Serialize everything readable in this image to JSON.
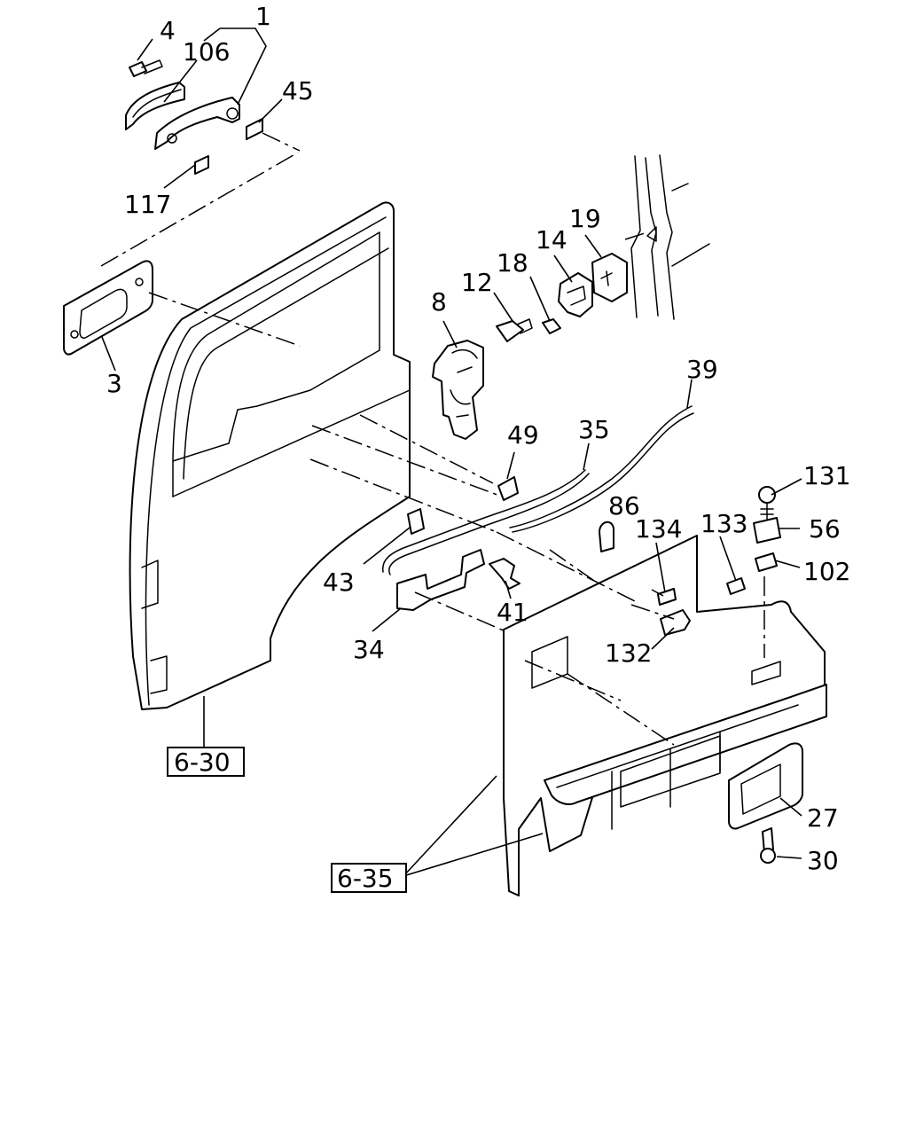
{
  "callouts": {
    "c1": "1",
    "c4": "4",
    "c106": "106",
    "c45": "45",
    "c117": "117",
    "c3": "3",
    "c8": "8",
    "c12": "12",
    "c18": "18",
    "c14": "14",
    "c19": "19",
    "c39": "39",
    "c35": "35",
    "c49": "49",
    "c131": "131",
    "c86": "86",
    "c134": "134",
    "c133": "133",
    "c56": "56",
    "c102": "102",
    "c43": "43",
    "c41": "41",
    "c34": "34",
    "c132": "132",
    "c27": "27",
    "c30": "30"
  },
  "references": {
    "r630": "6-30",
    "r635": "6-35"
  }
}
